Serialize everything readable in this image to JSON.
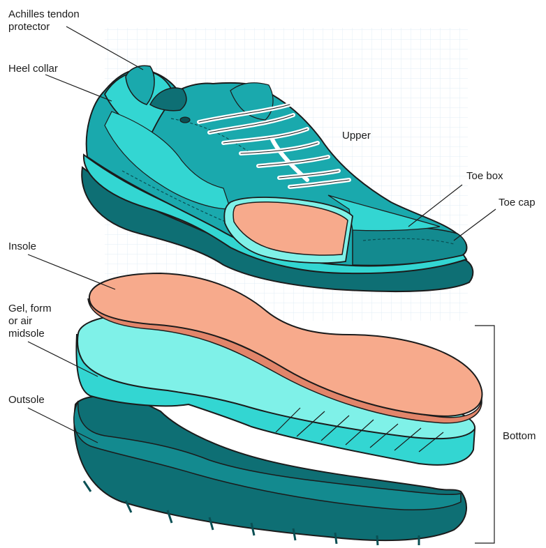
{
  "labels": {
    "achilles_line1": "Achilles tendon",
    "achilles_line2": "protector",
    "heel_collar": "Heel collar",
    "upper": "Upper",
    "toe_box": "Toe box",
    "toe_cap": "Toe cap",
    "insole": "Insole",
    "midsole_line1": "Gel, form",
    "midsole_line2": "or air",
    "midsole_line3": "midsole",
    "outsole": "Outsole",
    "bottom": "Bottom"
  },
  "colors": {
    "teal_dark": "#0e6f74",
    "teal": "#1aa9ad",
    "teal_light": "#33d6d2",
    "aqua": "#7ff1e8",
    "insole": "#f7aa8c",
    "insole_edge": "#e2856a",
    "grid": "#e3eef6",
    "line": "#1b1b1b"
  }
}
